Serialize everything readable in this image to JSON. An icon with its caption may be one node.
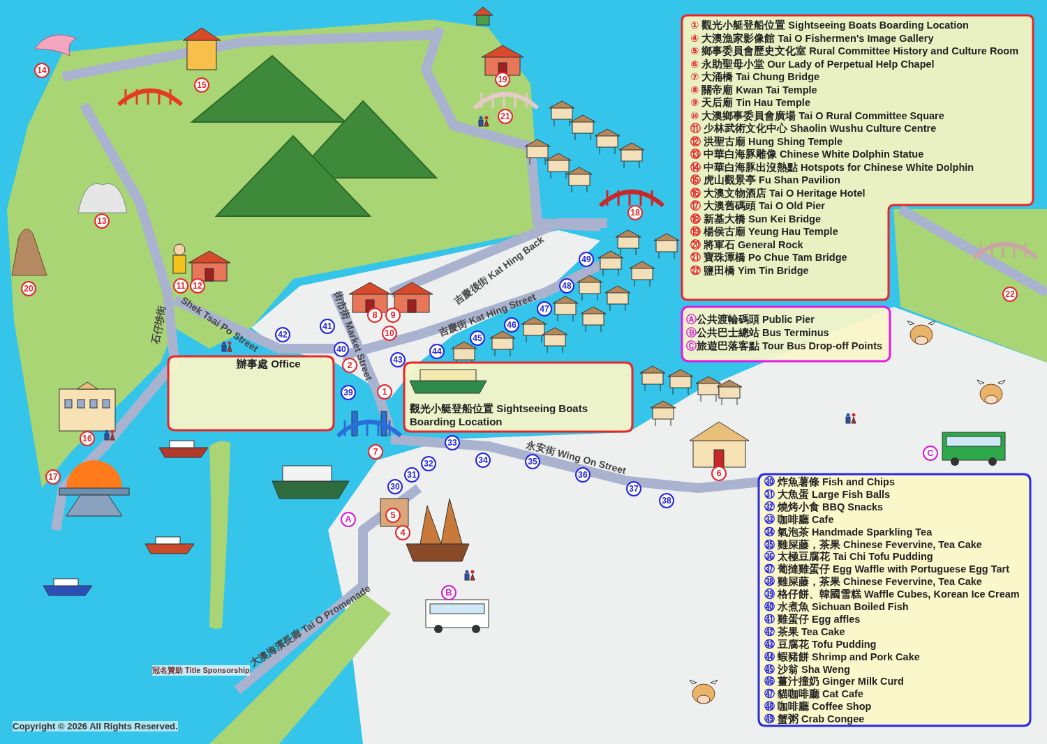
{
  "diagram": {
    "nodes": [
      {
        "text": [
          "① 觀光小艇登船位置 Sightseeing Boats Boarding Location",
          "④ 大澳漁家影像館 Tai O Fishermen's Image Gallery",
          "⑤ 鄉事委員會歷史文化室 Rural Committee History and Culture Room",
          "⑥ 永助聖母小堂 Our Lady of Perpetual Help Chapel",
          "⑦ 大涌橋 Tai Chung Bridge",
          "⑧ 關帝廟 Kwan Tai Temple",
          "⑨ 天后廟 Tin Hau Temple",
          "⑩ 大澳鄉事委員會廣場 Tai O Rural Committee Square",
          "⑪ 少林武術文化中心 Shaolin Wushu Culture Centre",
          "⑫ 洪聖古廟 Hung Shing Temple",
          "⑬ 中華白海豚雕像 Chinese White Dolphin Statue",
          "⑭ 中華白海豚出沒熱點 Hotspots for Chinese White Dolphin",
          "⑮ 虎山觀景亭 Fu Shan Pavilion",
          "⑯ 大澳文物酒店 Tai O Heritage Hotel",
          "⑰ 大澳舊碼頭 Tai O Old Pier",
          "⑱ 新基大橋 Sun Kei Bridge",
          "⑲ 楊侯古廟 Yeung Hau Temple",
          "⑳ 將軍石 General Rock",
          "㉑ 寶珠潭橋 Po Chue Tam Bridge",
          "㉒ 鹽田橋 Yim Tin Bridge"
        ]
      },
      {
        "text": [
          "Ⓐ公共渡輪碼頭 Public Pier",
          "Ⓑ公共巴士總站 Bus Terminus",
          "Ⓒ旅遊巴落客點 Tour Bus Drop-off Points"
        ]
      },
      {
        "text": [
          "㉚ 炸魚薯條 Fish and Chips",
          "㉛ 大魚蛋 Large Fish Balls",
          "㉜ 燒烤小食 BBQ Snacks",
          "㉝ 咖啡廳 Cafe",
          "㉞ 氣泡茶 Handmade Sparkling Tea",
          "㉟ 雞屎藤，茶果 Chinese Fevervine, Tea Cake",
          "㊱ 太極豆腐花 Tai Chi Tofu Pudding",
          "㊲ 葡撻雞蛋仔 Egg Waffle with Portuguese Egg Tart",
          "㊳ 雞屎藤，茶果 Chinese Fevervine, Tea Cake",
          "㊴ 格仔餅、韓國雪糕 Waffle Cubes, Korean Ice Cream",
          "㊵ 水煮魚 Sichuan Boiled Fish",
          "㊶ 雞蛋仔 Egg affles",
          "㊷ 茶果 Tea Cake",
          "㊸ 豆腐花 Tofu Pudding",
          "㊹ 蝦豬餅 Shrimp and Pork Cake",
          "㊺ 沙翁 Sha Weng",
          "㊻ 薑汁撞奶 Ginger Milk Curd",
          "㊼ 貓咖啡廳 Cat Cafe",
          "㊽ 咖啡廳 Coffee Shop",
          "㊾ 蟹粥 Crab Congee"
        ]
      },
      {
        "text": [
          "辦事處 Office"
        ]
      },
      {
        "text": [
          "觀光小艇登船位置 Sightseeing Boats Boarding Location"
        ]
      }
    ],
    "labels": [
      "19",
      "14",
      "15",
      "21",
      "18",
      "13",
      "49",
      "48",
      "11",
      "12",
      "20",
      "8",
      "9",
      "47",
      "46",
      "42",
      "41",
      "10",
      "45",
      "40",
      "44",
      "43",
      "2",
      "22",
      "39",
      "1",
      "7",
      "33",
      "16",
      "34",
      "35",
      "32",
      "36",
      "6",
      "C",
      "31",
      "17",
      "30",
      "37",
      "38",
      "A",
      "5",
      "4",
      "B",
      "吉慶後街 Kat Hing Back",
      "吉慶街 Kat Hing Street",
      "街市街 Market Street",
      "石仔埗街",
      "Shek Tsai Po Street",
      "永安街 Wing On Street",
      "大澳海濱長廊 Tai O Promenade",
      "冠名贊助 Title Sponsorship",
      "Copyright © 2026 All Rights Reserved."
    ]
  }
}
